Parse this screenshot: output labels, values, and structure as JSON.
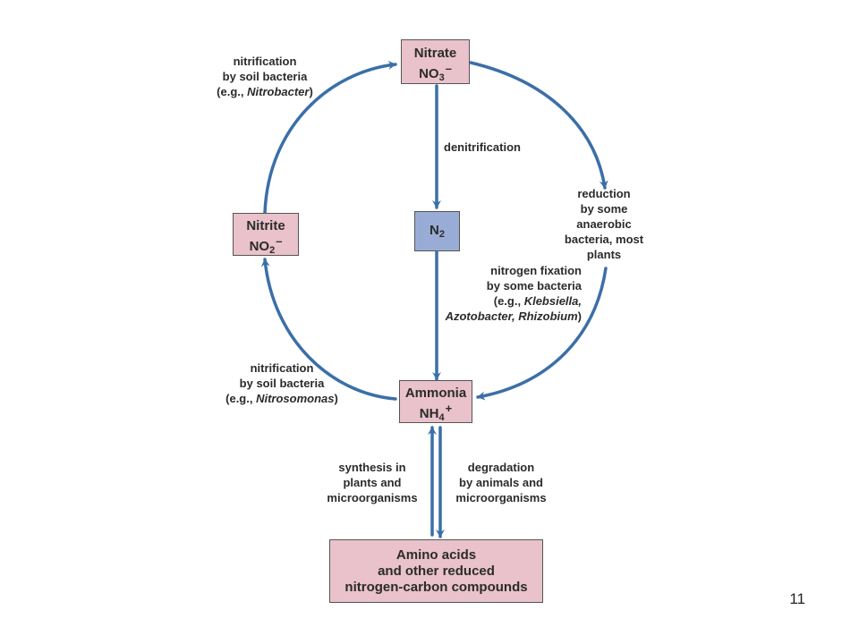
{
  "nodes": {
    "nitrate": {
      "name": "Nitrate",
      "formula": "NO",
      "sub": "3",
      "sup": "–"
    },
    "nitrite": {
      "name": "Nitrite",
      "formula": "NO",
      "sub": "2",
      "sup": "–"
    },
    "n2": {
      "formula": "N",
      "sub": "2"
    },
    "ammonia": {
      "name": "Ammonia",
      "formula": "NH",
      "sub": "4",
      "sup": "+"
    },
    "amino": {
      "line1": "Amino acids",
      "line2": "and other reduced",
      "line3": "nitrogen-carbon compounds"
    }
  },
  "labels": {
    "nitrification_top": {
      "line1": "nitrification",
      "line2": "by soil bacteria",
      "line3_prefix": "(e.g., ",
      "line3_italic": "Nitrobacter",
      "line3_suffix": ")"
    },
    "denitrification": "denitrification",
    "reduction": {
      "line1": "reduction",
      "line2": "by some",
      "line3": "anaerobic",
      "line4": "bacteria, most",
      "line5": "plants"
    },
    "fixation": {
      "line1": "nitrogen fixation",
      "line2": "by some bacteria",
      "line3_prefix": "(e.g., ",
      "line3_italic": "Klebsiella,",
      "line4_italic": "Azotobacter, Rhizobium",
      "line4_suffix": ")"
    },
    "nitrification_bottom": {
      "line1": "nitrification",
      "line2": "by soil bacteria",
      "line3_prefix": "(e.g., ",
      "line3_italic": "Nitrosomonas",
      "line3_suffix": ")"
    },
    "synthesis": {
      "line1": "synthesis in",
      "line2": "plants and",
      "line3": "microorganisms"
    },
    "degradation": {
      "line1": "degradation",
      "line2": "by animals and",
      "line3": "microorganisms"
    }
  },
  "page_number": "11",
  "colors": {
    "arrow": "#3b6fa8",
    "node_pink": "#e9c2cb",
    "node_blue": "#99acd6"
  }
}
